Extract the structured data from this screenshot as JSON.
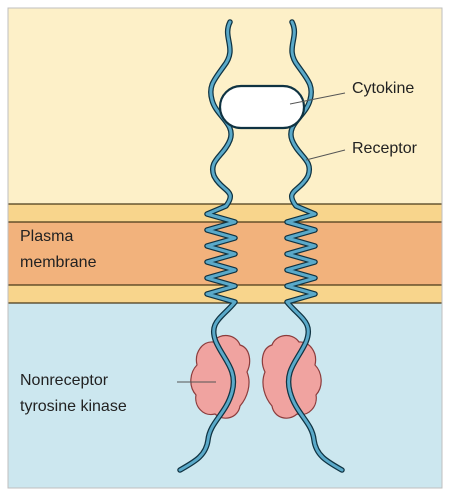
{
  "labels": {
    "cytokine": "Cytokine",
    "receptor": "Receptor",
    "plasma_membrane": [
      "Plasma",
      "membrane"
    ],
    "kinase": [
      "Nonreceptor",
      "tyrosine kinase"
    ]
  },
  "regions": [
    "extracellular",
    "plasma-membrane",
    "cytoplasm"
  ],
  "colors": {
    "extracellular": "#fdf0c8",
    "membrane_outer": "#f8d58c",
    "membrane_core": "#f2b27c",
    "membrane_line": "#4a3a1a",
    "cytoplasm": "#cce7ef",
    "receptor_fill": "#5aa9c9",
    "receptor_outline": "#0f3342",
    "kinase": "#f0a3a0",
    "kinase_outline": "#8c3c3c",
    "cytokine": "#ffffff",
    "leader": "#555555",
    "border": "#bfbfbf"
  }
}
